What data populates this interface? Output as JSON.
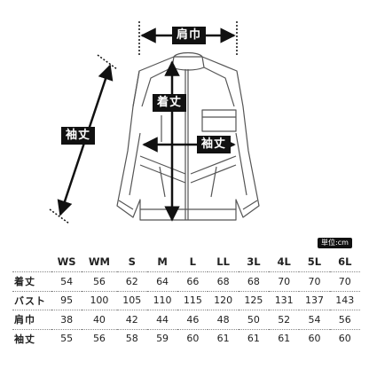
{
  "labels": {
    "shoulder": "肩巾",
    "length": "着丈",
    "sleeve_diagonal": "袖丈",
    "chest": "袖丈"
  },
  "unit_label": "単位:cm",
  "table": {
    "sizes": [
      "WS",
      "WM",
      "S",
      "M",
      "L",
      "LL",
      "3L",
      "4L",
      "5L",
      "6L"
    ],
    "rows": [
      {
        "label": "着丈",
        "values": [
          "54",
          "56",
          "62",
          "64",
          "66",
          "68",
          "68",
          "70",
          "70",
          "70"
        ]
      },
      {
        "label": "バスト",
        "values": [
          "95",
          "100",
          "105",
          "110",
          "115",
          "120",
          "125",
          "131",
          "137",
          "143"
        ]
      },
      {
        "label": "肩巾",
        "values": [
          "38",
          "40",
          "42",
          "44",
          "46",
          "48",
          "50",
          "52",
          "54",
          "56"
        ]
      },
      {
        "label": "袖丈",
        "values": [
          "55",
          "56",
          "58",
          "59",
          "60",
          "61",
          "61",
          "61",
          "60",
          "60"
        ]
      }
    ]
  },
  "colors": {
    "outline": "#555555",
    "arrow": "#111111",
    "label_bg": "#111111"
  }
}
